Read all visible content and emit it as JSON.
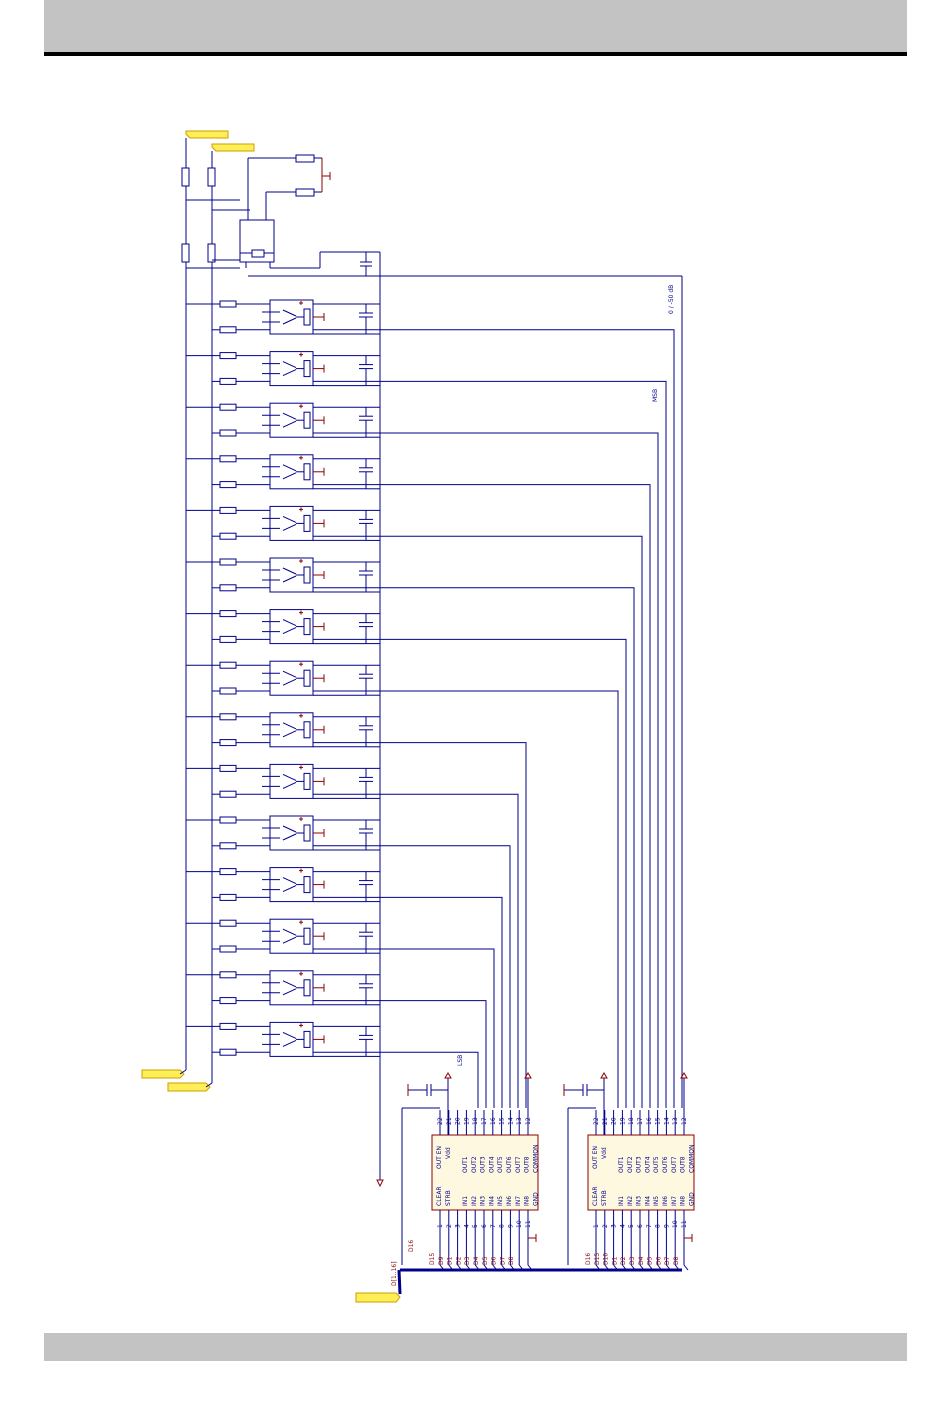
{
  "colors": {
    "band": "#c3c3c3",
    "wire": "#00008b",
    "component": "#8b0000",
    "port": "#ffee55"
  },
  "schematic": {
    "labels": {
      "attenuation": "0 / -50 dB",
      "msb": "MSB",
      "lsb": "LSB",
      "bus": "D[1..16]"
    },
    "ic_pin_names_left": [
      "OUT EN",
      "Vdd",
      "",
      "CLEAR",
      "STRB"
    ],
    "ic_pin_names_top": [
      "OUT1",
      "OUT2",
      "OUT3",
      "OUT4",
      "OUT5",
      "OUT6",
      "OUT7",
      "OUT8",
      "COMMON"
    ],
    "ic_pin_names_bottom": [
      "IN1",
      "IN2",
      "IN3",
      "IN4",
      "IN5",
      "IN6",
      "IN7",
      "IN8",
      "GND"
    ],
    "ic_top_pin_numbers": [
      "22",
      "21",
      "20",
      "19",
      "18",
      "17",
      "16",
      "15",
      "14",
      "13",
      "12"
    ],
    "ic_bottom_pin_numbers": [
      "1",
      "2",
      "3",
      "4",
      "5",
      "6",
      "7",
      "8",
      "9",
      "10",
      "11"
    ],
    "ic1_signals": [
      "D15",
      "D9",
      "D1",
      "D2",
      "D3",
      "D4",
      "D5",
      "D6",
      "D7",
      "D8"
    ],
    "ic2_signals": [
      "D16",
      "D15",
      "D10",
      "D1",
      "D2",
      "D3",
      "D4",
      "D5",
      "D6",
      "D7",
      "D8"
    ],
    "ic1_extra_signal": "D16"
  }
}
